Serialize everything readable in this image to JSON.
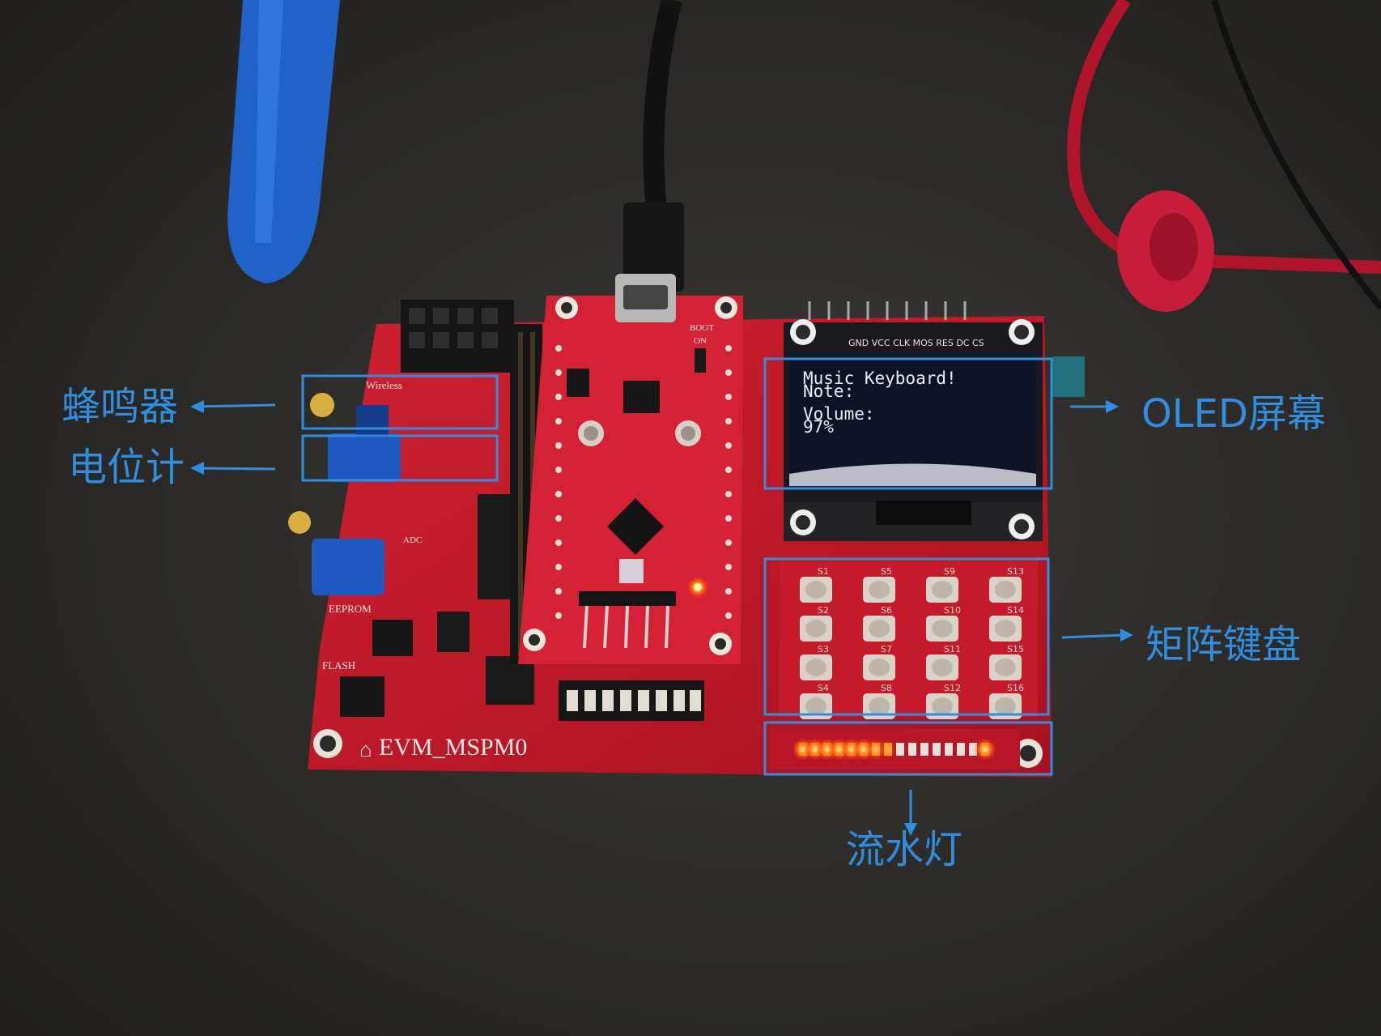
{
  "annotations": {
    "buzzer": "蜂鸣器",
    "potentiometer": "电位计",
    "oled": "OLED屏幕",
    "keypad": "矩阵键盘",
    "led_strip": "流水灯"
  },
  "oled_screen": {
    "line1": "Music Keyboard!",
    "line2": "Note:",
    "line3": "Volume:",
    "line4": "97%"
  },
  "board": {
    "name": "EVM_MSPM0",
    "silkscreen": {
      "wireless": "Wireless",
      "eeprom": "EEPROM",
      "flash": "FLASH",
      "boot": "BOOT",
      "on": "ON",
      "oled_pins": "GND VCC CLK MOS RES  DC  CS",
      "adc": "ADC"
    },
    "keypad_labels": [
      "S1",
      "S5",
      "S9",
      "S13",
      "S2",
      "S6",
      "S10",
      "S14",
      "S3",
      "S7",
      "S11",
      "S15",
      "S4",
      "S8",
      "S12",
      "S16"
    ],
    "leds": [
      1,
      1,
      1,
      1,
      1,
      1,
      0.6,
      0.2,
      0,
      0,
      0,
      0,
      0,
      0,
      0,
      1
    ]
  },
  "colors": {
    "accent": "#2f8ee0",
    "pcb": "#c01828",
    "background": "#2b2a27"
  }
}
